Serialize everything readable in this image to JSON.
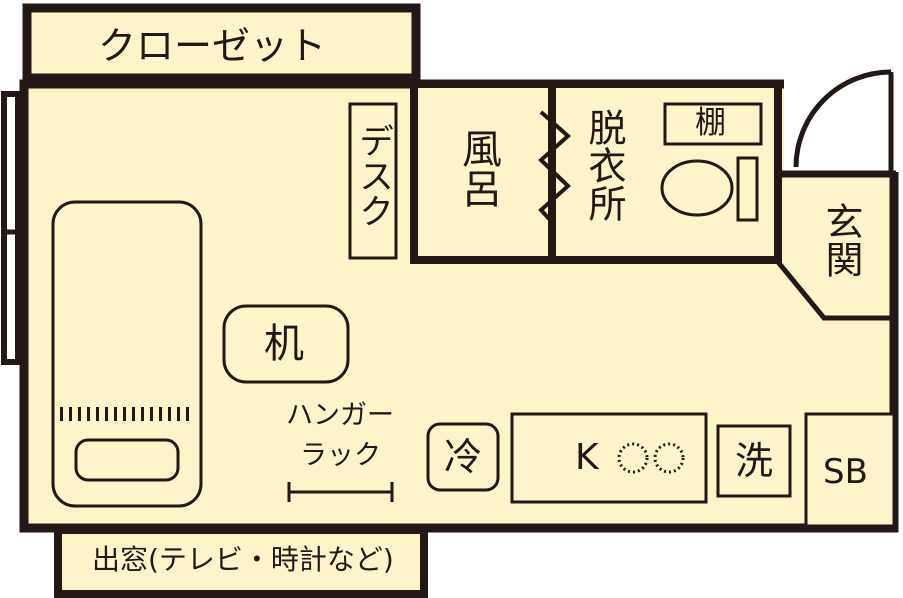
{
  "floorplan": {
    "labels": {
      "closet": "クローゼット",
      "desk": "デスク",
      "bath": "風呂",
      "dressing": "脱衣所",
      "shelf": "棚",
      "entrance": "玄関",
      "table": "机",
      "hanger_rack_line1": "ハンガー",
      "hanger_rack_line2": "ラック",
      "fridge": "冷",
      "kitchen": "K",
      "washer": "洗",
      "shoebox": "SB",
      "bay_window": "出窓(テレビ・時計など)"
    },
    "colors": {
      "wall": "#231815",
      "floor": "#fdf5c9",
      "background": "#ffffff"
    }
  }
}
